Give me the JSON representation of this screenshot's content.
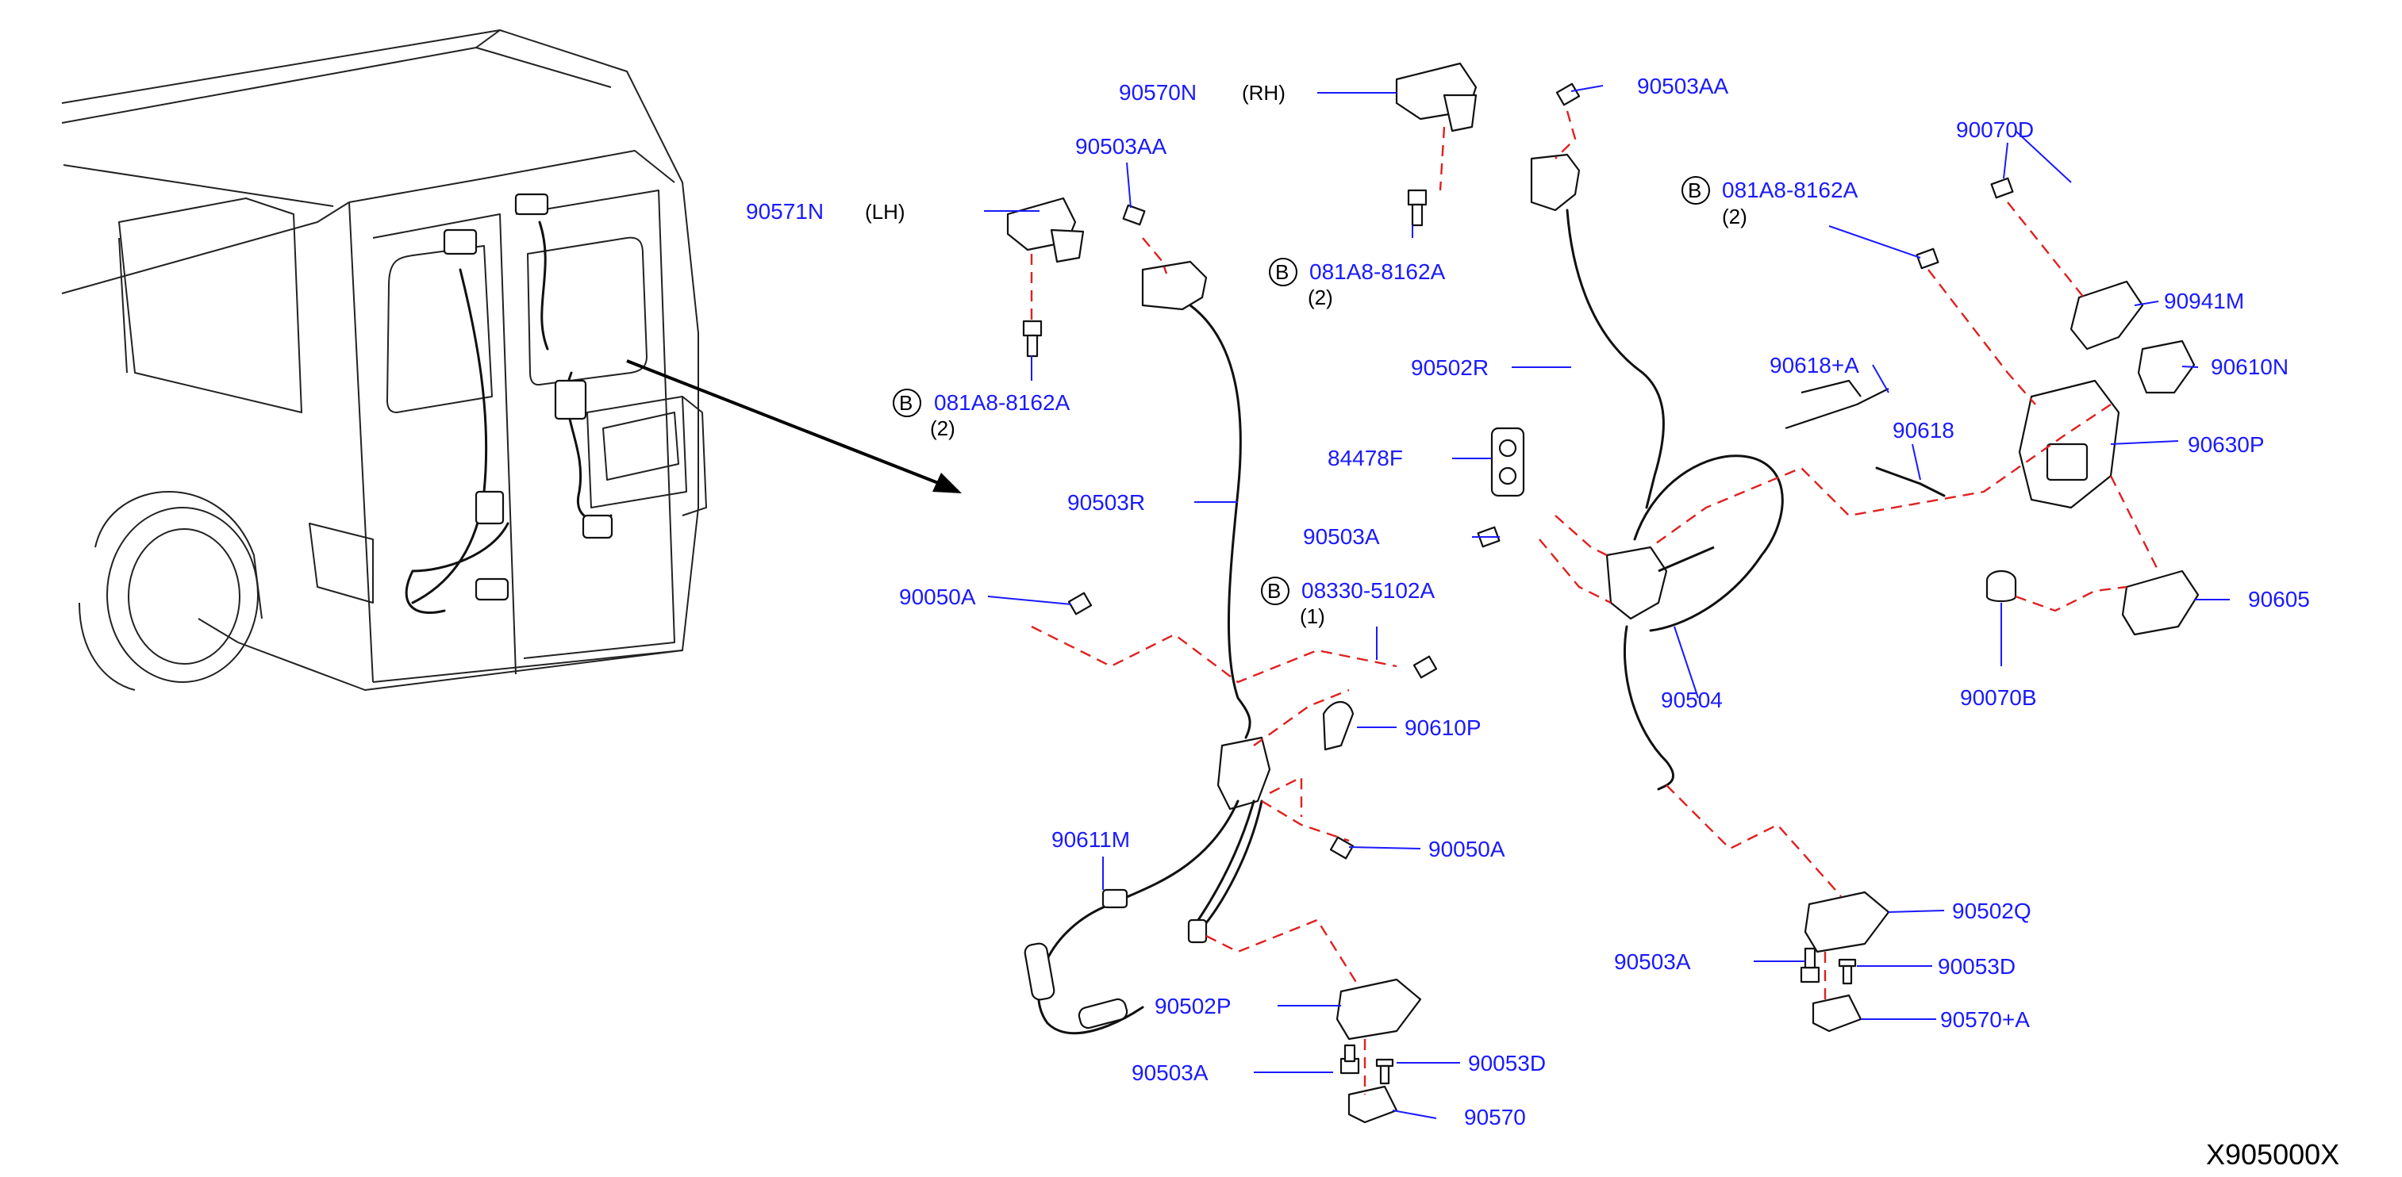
{
  "diagram_code": "X905000X",
  "callouts": [
    {
      "id": "90570N",
      "suffix": "(RH)"
    },
    {
      "id": "90571N",
      "prefix": "(LH)"
    },
    {
      "id": "90503AA-left"
    },
    {
      "id": "90503AA-right"
    },
    {
      "id": "b-081A8-8162A-left"
    },
    {
      "id": "b-081A8-8162A-mid"
    },
    {
      "id": "b-081A8-8162A-right"
    }
  ],
  "labels": {
    "p90570N": "90570N",
    "rh": "(RH)",
    "p90571N": "90571N",
    "lh": "(LH)",
    "p90503AA_a": "90503AA",
    "p90503AA_b": "90503AA",
    "b_sym": "B",
    "bolt_081A8": "081A8-8162A",
    "qty2": "(2)",
    "qty1": "(1)",
    "bolt_08330": "08330-5102A",
    "p90070D": "90070D",
    "p90941M": "90941M",
    "p90610N": "90610N",
    "p90630P": "90630P",
    "p90618A": "90618+A",
    "p90618": "90618",
    "p90605": "90605",
    "p90070B": "90070B",
    "p90502R": "90502R",
    "p84478F": "84478F",
    "p90503A": "90503A",
    "p90504": "90504",
    "p90503R": "90503R",
    "p90050A": "90050A",
    "p90610P": "90610P",
    "p90611M": "90611M",
    "p90502P": "90502P",
    "p90053D": "90053D",
    "p90570": "90570",
    "p90502Q": "90502Q",
    "p90570A": "90570+A"
  },
  "colors": {
    "label": "#1a1aff",
    "phantom_line": "#e02020",
    "linework": "#111111"
  }
}
